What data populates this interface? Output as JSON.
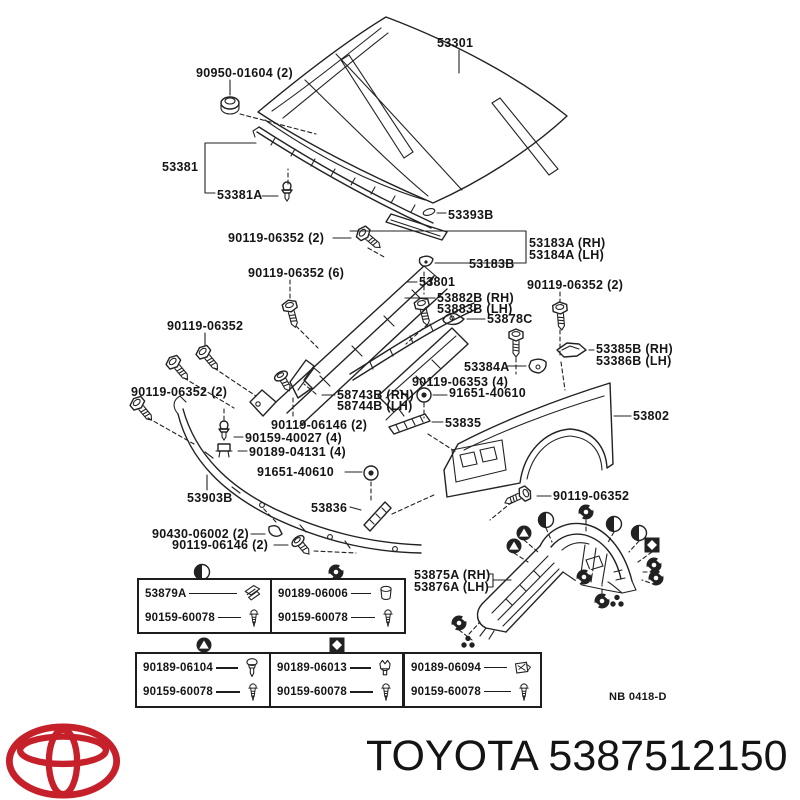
{
  "footer": {
    "brand": "TOYOTA",
    "part_number": "5387512150",
    "logo_color": "#c6202b"
  },
  "diagram": {
    "ref_note": "NB 0418-D",
    "labels": {
      "p53301": "53301",
      "p90950_01604": "90950-01604 (2)",
      "p53381": "53381",
      "p53381a": "53381A",
      "p53393b": "53393B",
      "p90119_06352_2_top": "90119-06352 (2)",
      "p53183a": "53183A (RH)",
      "p53184a": "53184A (LH)",
      "p53183b": "53183B",
      "p90119_06352_6": "90119-06352 (6)",
      "p53801": "53801",
      "p90119_06352_2_right": "90119-06352 (2)",
      "p53882b": "53882B (RH)",
      "p53883b": "53883B (LH)",
      "p53878c": "53878C",
      "p90119_06352_left": "90119-06352",
      "p53385b": "53385B (RH)",
      "p53386b": "53386B (LH)",
      "p53384a": "53384A",
      "p90119_06353_4": "90119-06353 (4)",
      "p91651_40610_upper": "91651-40610",
      "p58743b": "58743B (RH)",
      "p58744b": "58744B (LH)",
      "p90119_06352_2_farleft": "90119-06352 (2)",
      "p90119_06146_2_upper": "90119-06146 (2)",
      "p90159_40027_4": "90159-40027 (4)",
      "p90189_04131_4": "90189-04131 (4)",
      "p91651_40610_lower": "91651-40610",
      "p53903b": "53903B",
      "p53836": "53836",
      "p90430_06002_2": "90430-06002 (2)",
      "p90119_06146_2_lower": "90119-06146 (2)",
      "p53835": "53835",
      "p53802": "53802",
      "p90119_06352_right_mid": "90119-06352",
      "p53875a": "53875A (RH)",
      "p53876a": "53876A (LH)"
    }
  },
  "tables": {
    "row1": [
      {
        "symbol": "half-circle",
        "parts": [
          "53879A",
          "90159-60078"
        ]
      },
      {
        "symbol": "notched-circle",
        "parts": [
          "90189-06006",
          "90159-60078"
        ]
      }
    ],
    "row2": [
      {
        "symbol": "triangle-circle",
        "parts": [
          "90189-06104",
          "90159-60078"
        ]
      },
      {
        "symbol": "diamond-square",
        "parts": [
          "90189-06013",
          "90159-60078"
        ]
      },
      {
        "symbol": "three-dots",
        "parts": [
          "90189-06094",
          "90159-60078"
        ]
      }
    ]
  }
}
